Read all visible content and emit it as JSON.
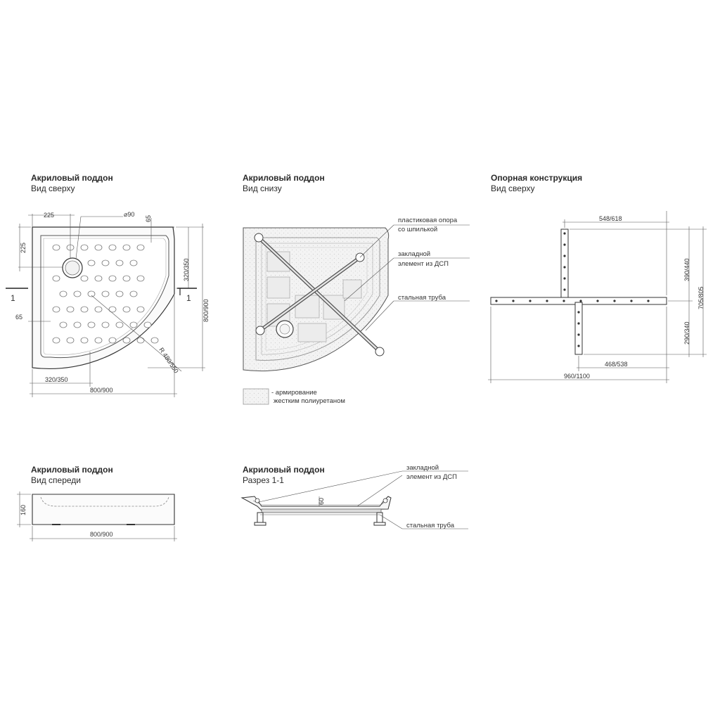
{
  "views": {
    "top": {
      "title": "Акриловый поддон",
      "subtitle": "Вид сверху"
    },
    "bottom": {
      "title": "Акриловый поддон",
      "subtitle": "Вид снизу"
    },
    "support": {
      "title": "Опорная конструкция",
      "subtitle": "Вид сверху"
    },
    "front": {
      "title": "Акриловый поддон",
      "subtitle": "Вид спереди"
    },
    "section": {
      "title": "Акриловый поддон",
      "subtitle": "Разрез 1-1"
    }
  },
  "dimensions": {
    "top": {
      "d225_top": "225",
      "d225_left": "225",
      "drain_dia": "⌀90",
      "d65_top": "65",
      "d65_left": "65",
      "d320_350_side": "320/350",
      "d320_350_bottom": "320/350",
      "d800_900_side": "800/900",
      "d800_900_bottom": "800/900",
      "radius": "R 480/550",
      "section_mark": "1"
    },
    "support": {
      "d548_618": "548/618",
      "d468_538": "468/538",
      "d960_1100": "960/1100",
      "d390_440": "390/440",
      "d290_340": "290/340",
      "d705_805": "705/805"
    },
    "front": {
      "d160": "160",
      "d800_900": "800/900"
    },
    "section": {
      "d60": "60"
    }
  },
  "notes": {
    "plastic_support": [
      "пластиковая опора",
      "со шпилькой"
    ],
    "embedded_element": [
      "закладной",
      "элемент из ДСП"
    ],
    "steel_pipe": "стальная труба",
    "legend": [
      "- армирование",
      "жестким полиуретаном"
    ]
  }
}
